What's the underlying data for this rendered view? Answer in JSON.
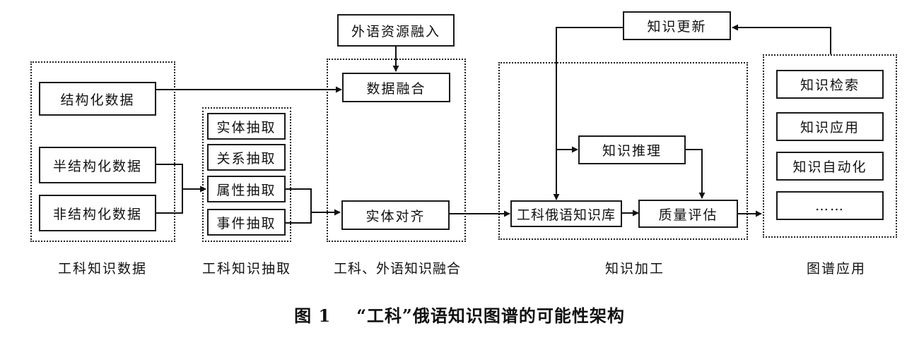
{
  "sections": {
    "data": {
      "label": "工科知识数据",
      "items": [
        "结构化数据",
        "半结构化数据",
        "非结构化数据"
      ]
    },
    "extraction": {
      "label": "工科知识抽取",
      "items": [
        "实体抽取",
        "关系抽取",
        "属性抽取",
        "事件抽取"
      ]
    },
    "fusion": {
      "label": "工科、外语知识融合",
      "external": "外语资源融入",
      "items": [
        "数据融合",
        "实体对齐"
      ]
    },
    "processing": {
      "label": "知识加工",
      "items": [
        "知识推理",
        "工科俄语知识库",
        "质量评估"
      ],
      "update": "知识更新"
    },
    "application": {
      "label": "图谱应用",
      "items": [
        "知识检索",
        "知识应用",
        "知识自动化",
        "……"
      ]
    }
  },
  "caption": {
    "figure": "图 1",
    "title": "“工科”俄语知识图谱的可能性架构"
  }
}
